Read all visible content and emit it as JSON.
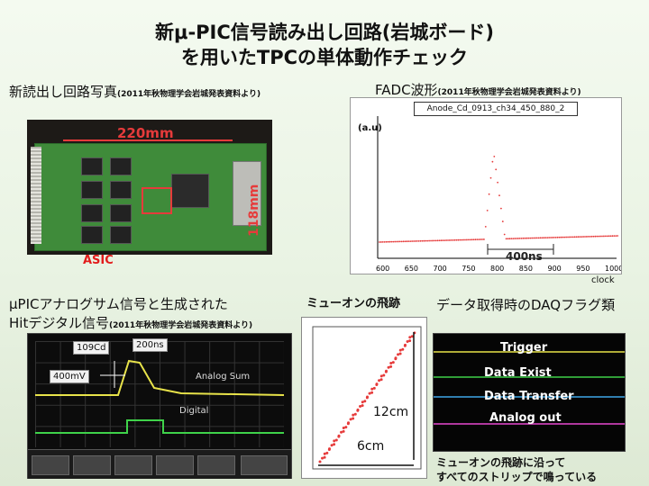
{
  "title": {
    "line1": "新μ-PIC信号読み出し回路(岩城ボード)",
    "line2": "を用いたTPCの単体動作チェック"
  },
  "photo_section": {
    "caption": "新読出し回路写真",
    "source": "(2011年秋物理学会岩城発表資料より)",
    "dim_width": "220mm",
    "dim_height": "118mm",
    "asic_label": "ASIC"
  },
  "fadc_section": {
    "caption": "FADC波形",
    "source": "(2011年秋物理学会岩城発表資料より)",
    "plot_title": "Anode_Cd_0913_ch34_450_880_2",
    "y_label": "(a.u)",
    "x_ticks": [
      "600",
      "650",
      "700",
      "750",
      "800",
      "850",
      "900",
      "950",
      "1000"
    ],
    "annotation": "400ns",
    "x_unit": "clock"
  },
  "scope_section": {
    "caption_line1": "μPICアナログサム信号と生成された",
    "caption_line2": "Hitデジタル信号",
    "source": "(2011年秋物理学会岩城発表資料より)",
    "source_label": "109Cd",
    "time_label": "200ns",
    "volt_label": "400mV",
    "analog_label": "Analog Sum",
    "digital_label": "Digital"
  },
  "track_section": {
    "caption": "ミューオンの飛跡",
    "dim_height": "12cm",
    "dim_width": "6cm"
  },
  "daq_section": {
    "caption": "データ取得時のDAQフラグ類",
    "flags": [
      "Trigger",
      "Data Exist",
      "Data Transfer",
      "Analog out"
    ],
    "note_line1": "ミューオンの飛跡に沿って",
    "note_line2": "すべてのストリップで鳴っている"
  },
  "colors": {
    "accent_red": "#e63b3b",
    "scope_yellow": "#e8e34a",
    "scope_green": "#3fd24a"
  }
}
